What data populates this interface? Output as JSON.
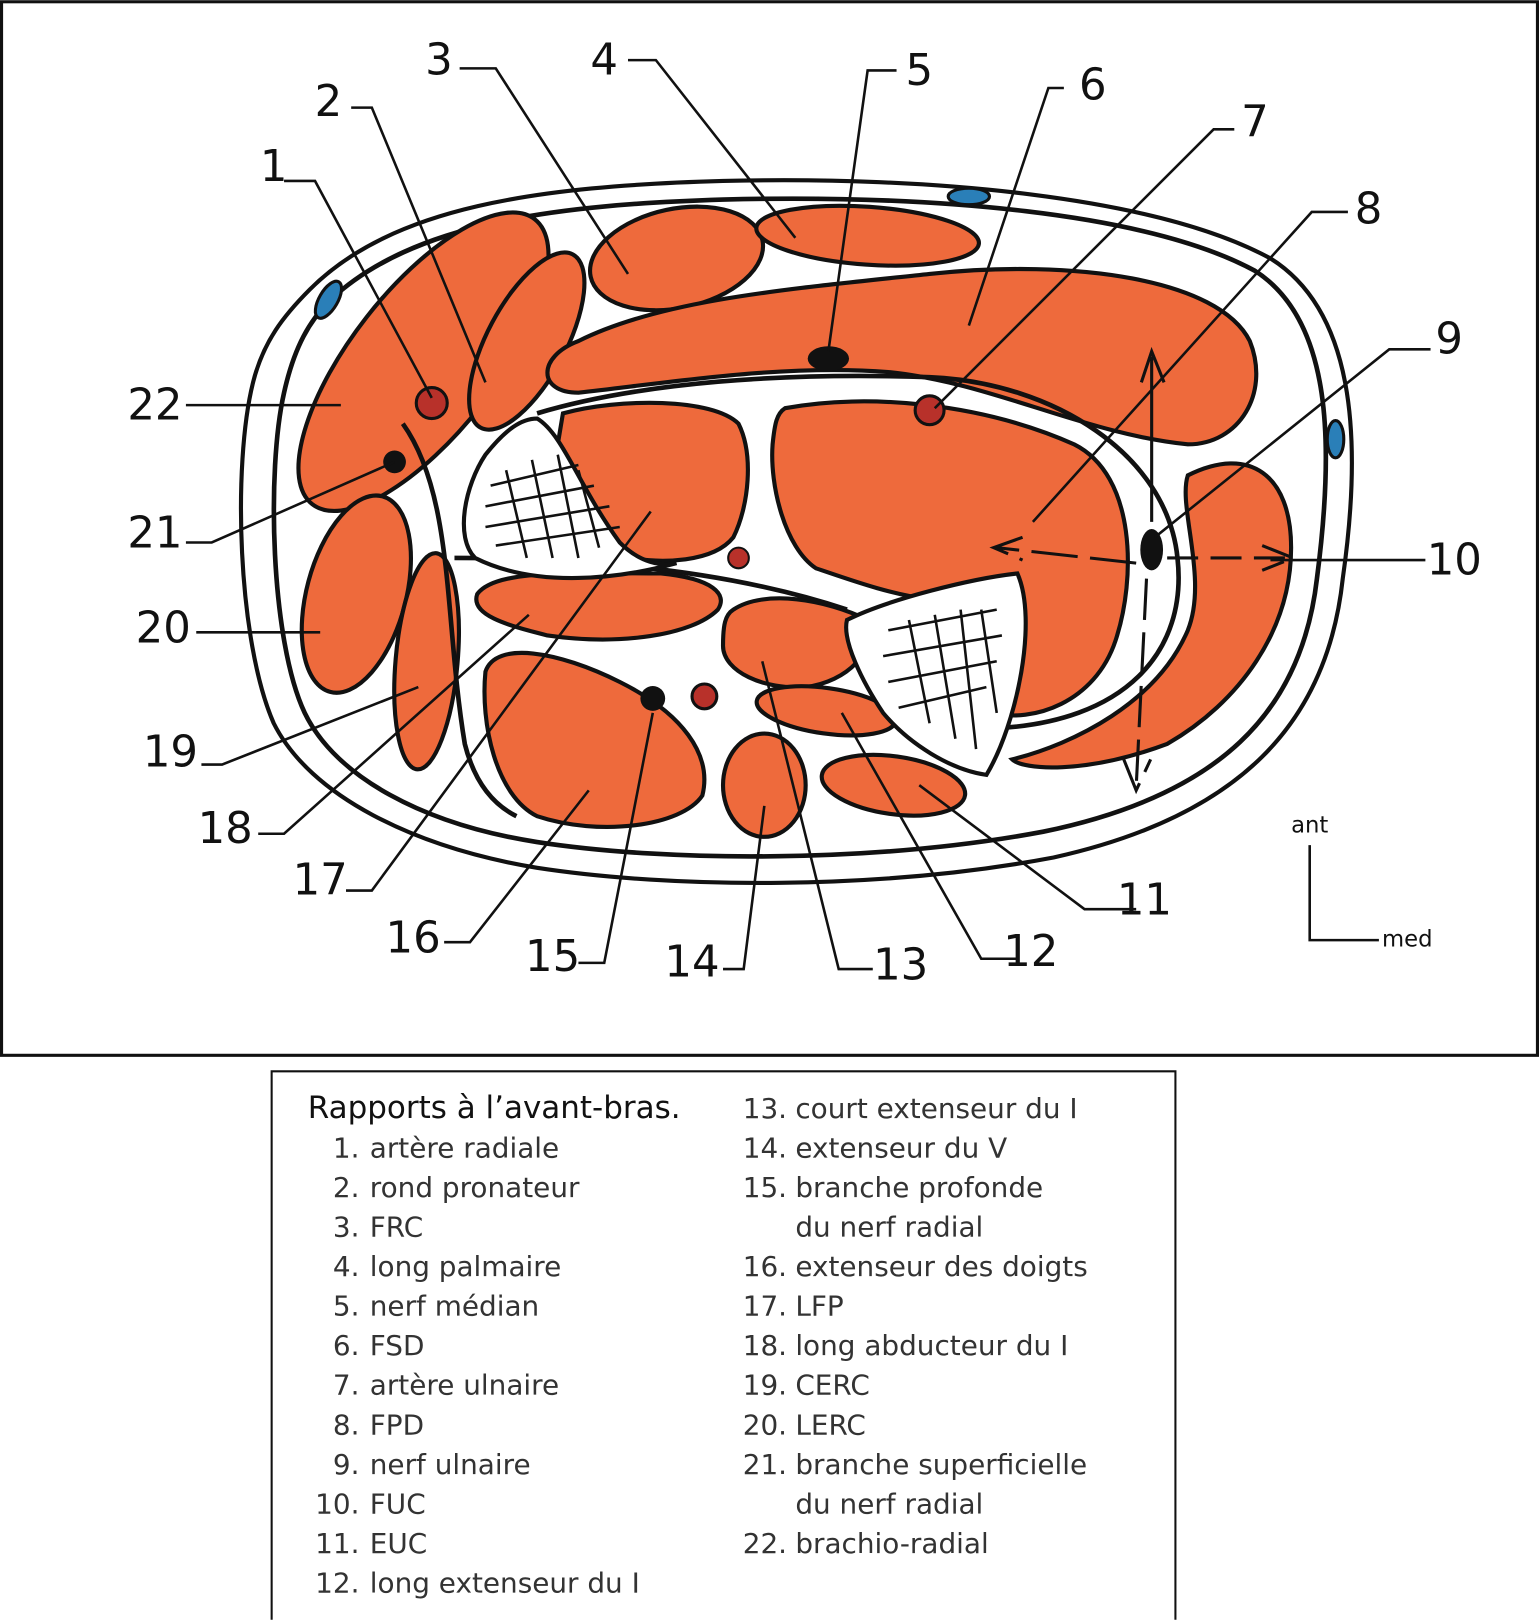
{
  "diagram": {
    "labels": [
      "1",
      "2",
      "3",
      "4",
      "5",
      "6",
      "7",
      "8",
      "9",
      "10",
      "11",
      "12",
      "13",
      "14",
      "15",
      "16",
      "17",
      "18",
      "19",
      "20",
      "21",
      "22"
    ],
    "orientation": {
      "anterior": "ant",
      "medial": "med"
    },
    "colors": {
      "muscle": "#ee6a3c",
      "artery": "#b8312a",
      "vein": "#2a7fb8",
      "nerve": "#111111"
    }
  },
  "legend": {
    "title": "Rapports à l’avant-bras.",
    "items": [
      {
        "num": "1.",
        "lines": [
          "artère radiale"
        ]
      },
      {
        "num": "2.",
        "lines": [
          "rond pronateur"
        ]
      },
      {
        "num": "3.",
        "lines": [
          "FRC"
        ]
      },
      {
        "num": "4.",
        "lines": [
          "long palmaire"
        ]
      },
      {
        "num": "5.",
        "lines": [
          "nerf médian"
        ]
      },
      {
        "num": "6.",
        "lines": [
          "FSD"
        ]
      },
      {
        "num": "7.",
        "lines": [
          "artère ulnaire"
        ]
      },
      {
        "num": "8.",
        "lines": [
          "FPD"
        ]
      },
      {
        "num": "9.",
        "lines": [
          "nerf ulnaire"
        ]
      },
      {
        "num": "10.",
        "lines": [
          "FUC"
        ]
      },
      {
        "num": "11.",
        "lines": [
          "EUC"
        ]
      },
      {
        "num": "12.",
        "lines": [
          "long extenseur du I"
        ]
      },
      {
        "num": "13.",
        "lines": [
          "court extenseur du I"
        ]
      },
      {
        "num": "14.",
        "lines": [
          "extenseur du V"
        ]
      },
      {
        "num": "15.",
        "lines": [
          "branche profonde",
          "du nerf radial"
        ]
      },
      {
        "num": "16.",
        "lines": [
          "extenseur des doigts"
        ]
      },
      {
        "num": "17.",
        "lines": [
          "LFP"
        ]
      },
      {
        "num": "18.",
        "lines": [
          "long abducteur du I"
        ]
      },
      {
        "num": "19.",
        "lines": [
          "CERC"
        ]
      },
      {
        "num": "20.",
        "lines": [
          "LERC"
        ]
      },
      {
        "num": "21.",
        "lines": [
          "branche superficielle",
          "du nerf radial"
        ]
      },
      {
        "num": "22.",
        "lines": [
          "brachio-radial"
        ]
      }
    ]
  }
}
